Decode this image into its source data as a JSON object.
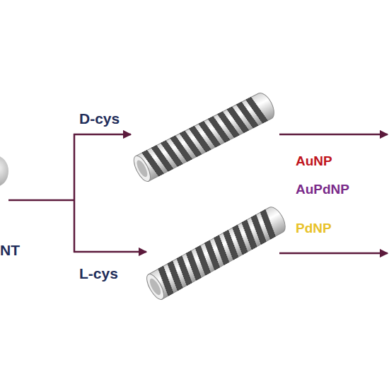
{
  "diagram": {
    "labels": [
      "NT",
      "D-cys",
      "L-cys",
      "AuNP",
      "AuPdNP",
      "PdNP"
    ]
  }
}
